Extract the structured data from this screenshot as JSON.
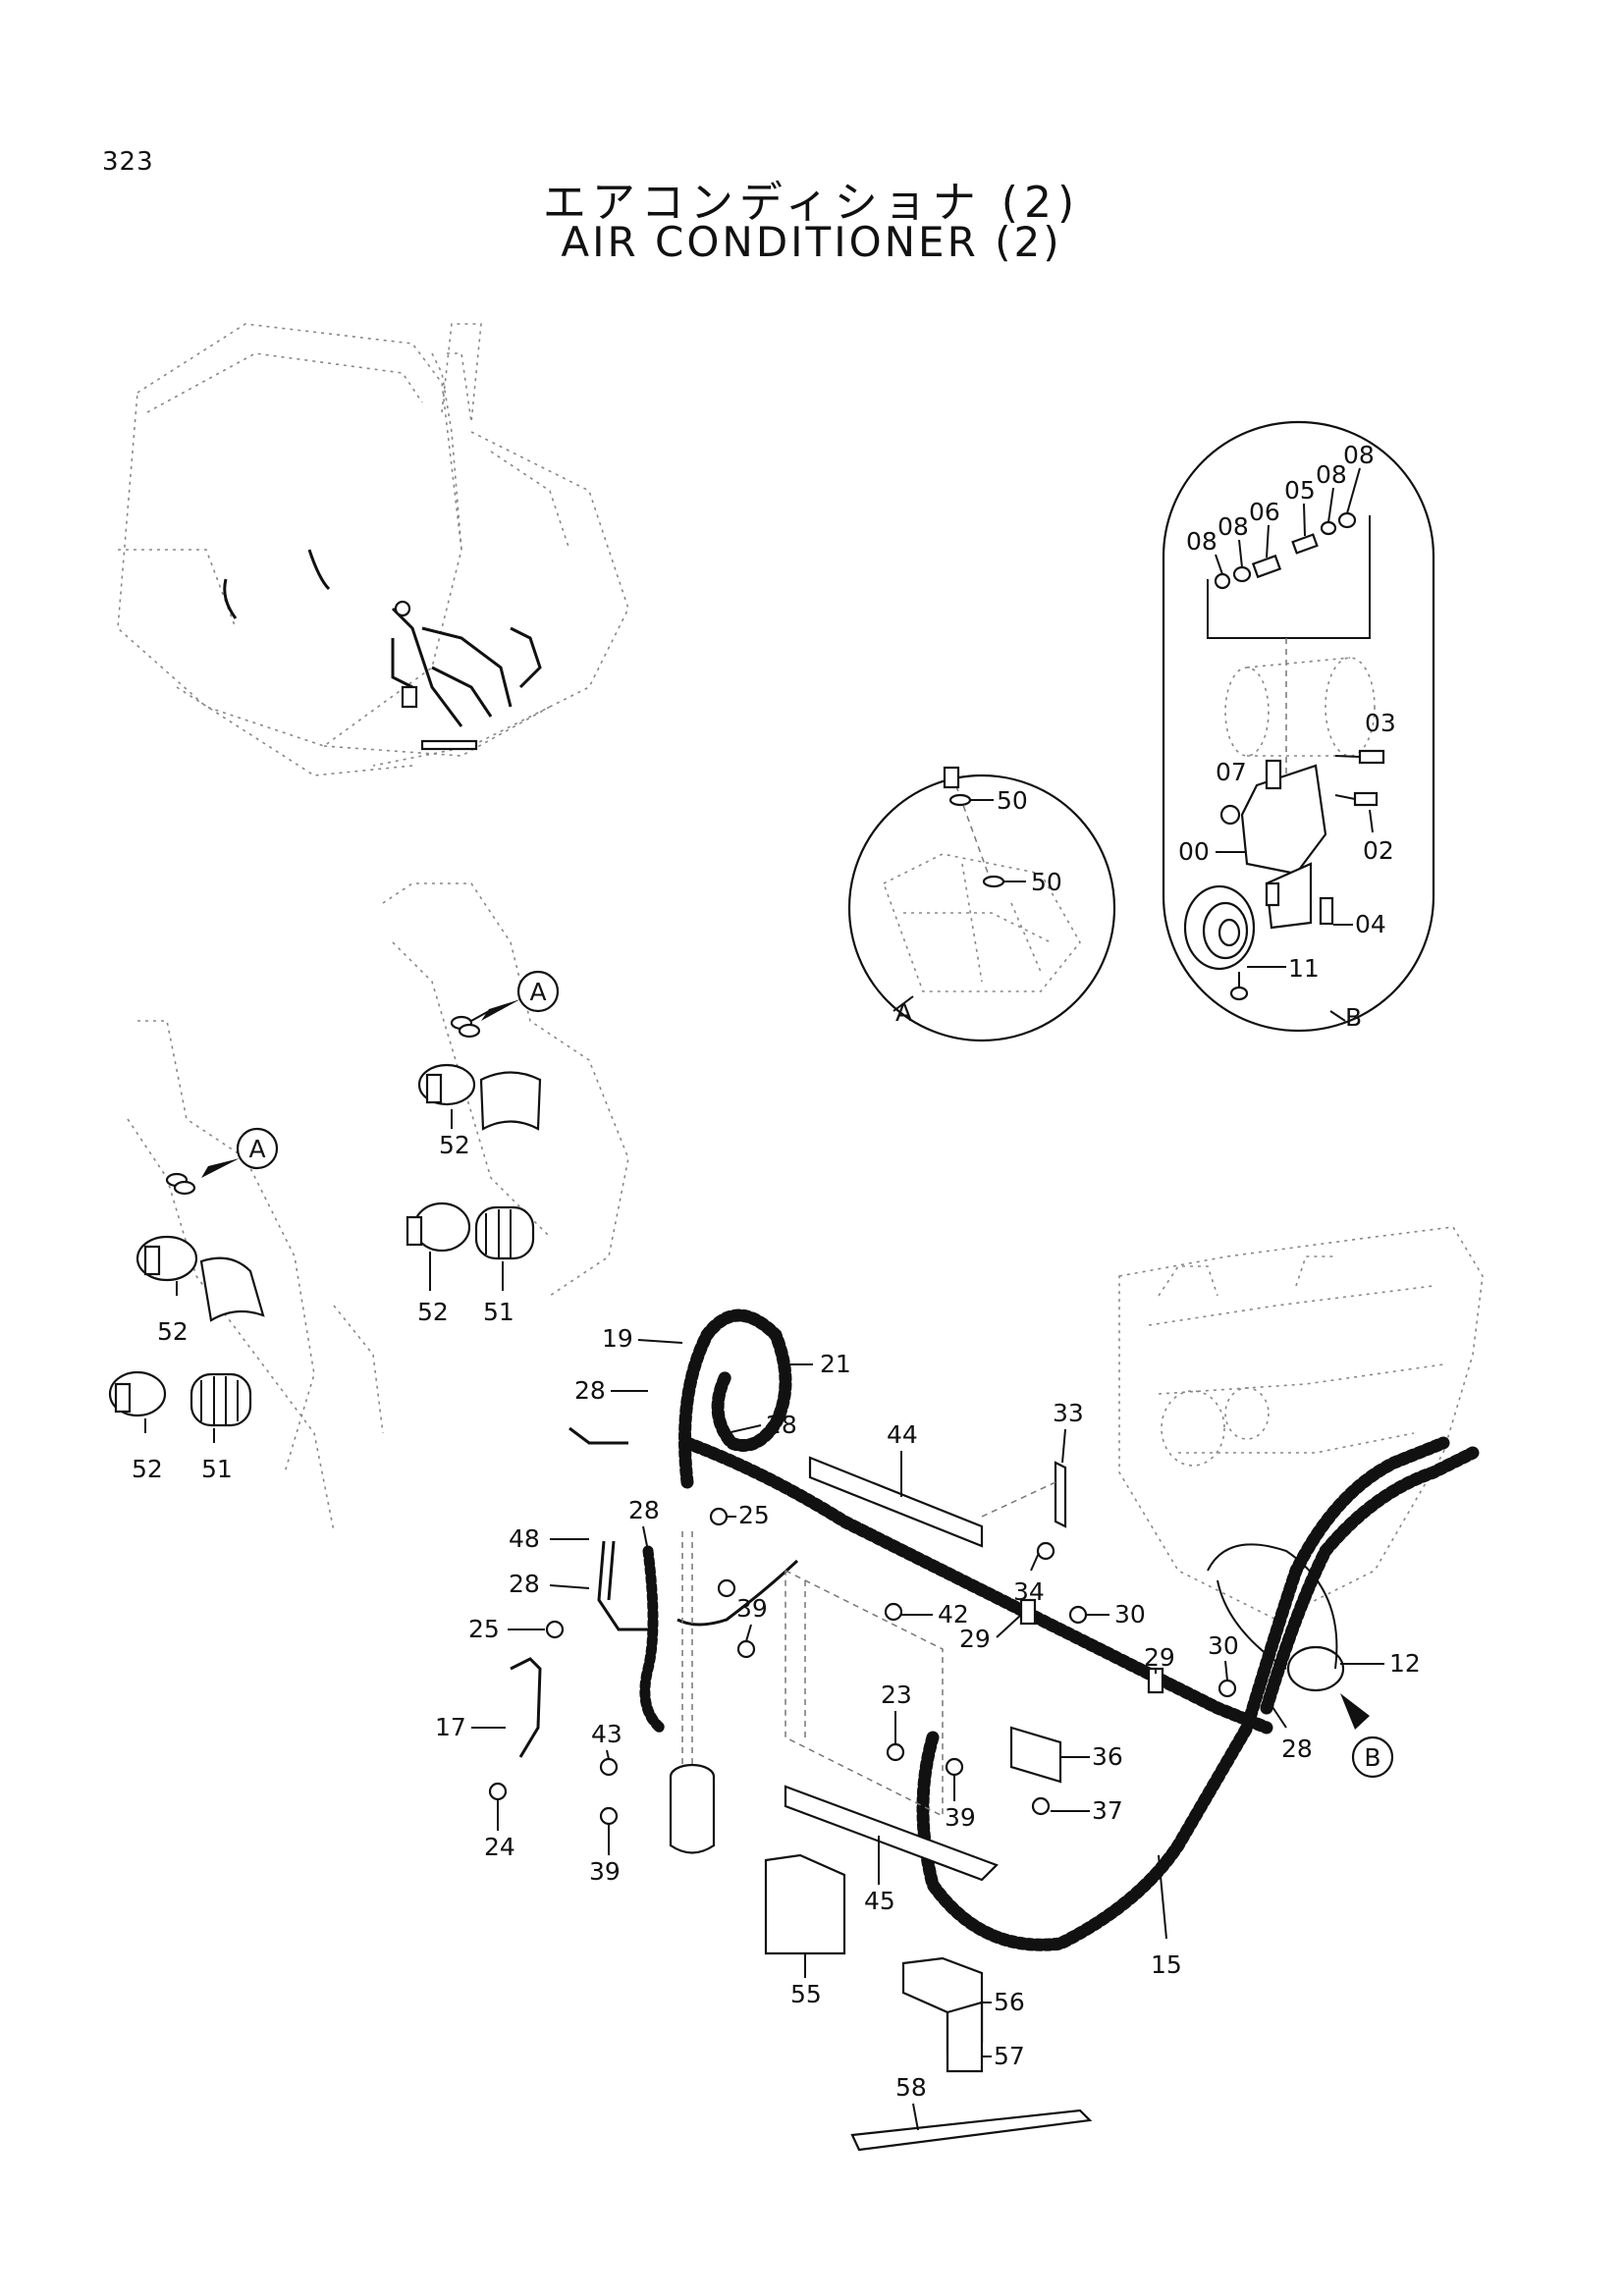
{
  "page_number": "323",
  "title_jp": "エアコンディショナ (2)",
  "title_en": "AIR CONDITIONER (2)",
  "detail_a_label": "A",
  "detail_b_label": "B",
  "callouts": {
    "a1": "A",
    "a2": "A",
    "b1": "B"
  },
  "labels": {
    "p08a": "08",
    "p08b": "08",
    "p06": "06",
    "p05": "05",
    "p08c": "08",
    "p08d": "08",
    "p03": "03",
    "p07": "07",
    "p00": "00",
    "p02": "02",
    "p04": "04",
    "p11": "11",
    "p50a": "50",
    "p50b": "50",
    "p52a": "52",
    "p52b": "52",
    "p51a": "51",
    "p52c": "52",
    "p52d": "52",
    "p51b": "51",
    "p19": "19",
    "p21": "21",
    "p28a": "28",
    "p28b": "28",
    "p28c": "28",
    "p28d": "28",
    "p28e": "28",
    "p44": "44",
    "p33": "33",
    "p25a": "25",
    "p25b": "25",
    "p48": "48",
    "p34": "34",
    "p30a": "30",
    "p30b": "30",
    "p42": "42",
    "p39a": "39",
    "p39b": "39",
    "p39c": "39",
    "p29a": "29",
    "p29b": "29",
    "p12": "12",
    "p17": "17",
    "p43": "43",
    "p23": "23",
    "p36": "36",
    "p37": "37",
    "p24": "24",
    "p45": "45",
    "p55": "55",
    "p15": "15",
    "p56": "56",
    "p57": "57",
    "p58": "58"
  }
}
